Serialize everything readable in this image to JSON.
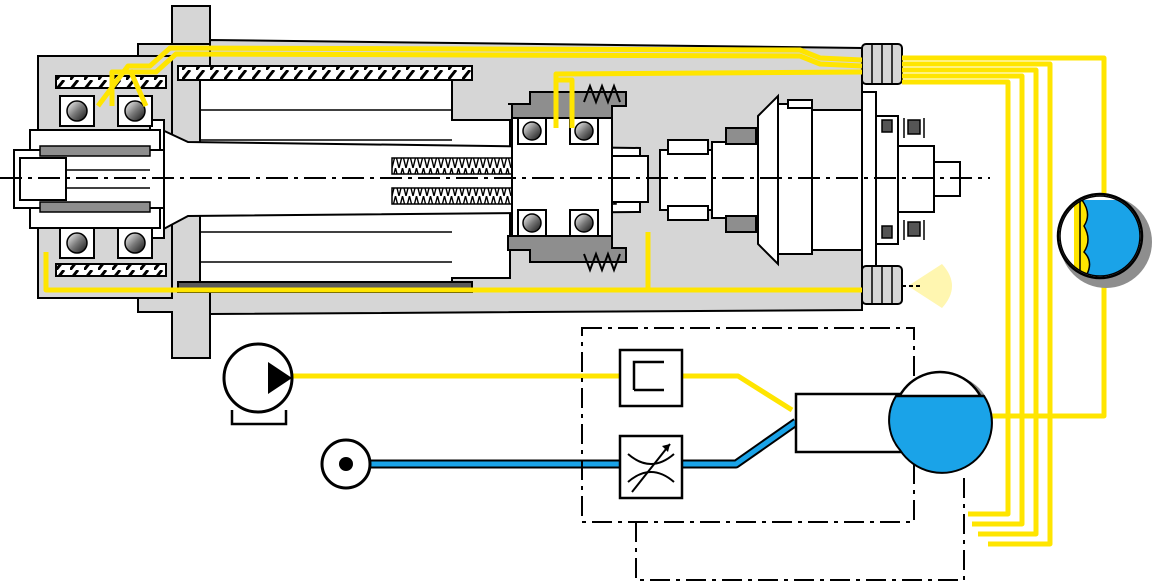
{
  "diagram": {
    "colors": {
      "housing": "#d6d6d6",
      "housing_dark": "#8e8e8e",
      "cavity": "#ffffff",
      "outline": "#000000",
      "oil_line": "#ffe500",
      "air_line": "#1aa3e8",
      "lamp_glow": "#fff6b0"
    },
    "components": [
      "spindle-housing",
      "front-bearings",
      "rear-bearings",
      "drawbar-spring",
      "rotary-union",
      "oil-pump",
      "air-supply",
      "oil-filter",
      "air-regulator",
      "mixing-block",
      "oil-reservoir",
      "oil-sight-glass",
      "lube-indicator-lamp"
    ]
  }
}
